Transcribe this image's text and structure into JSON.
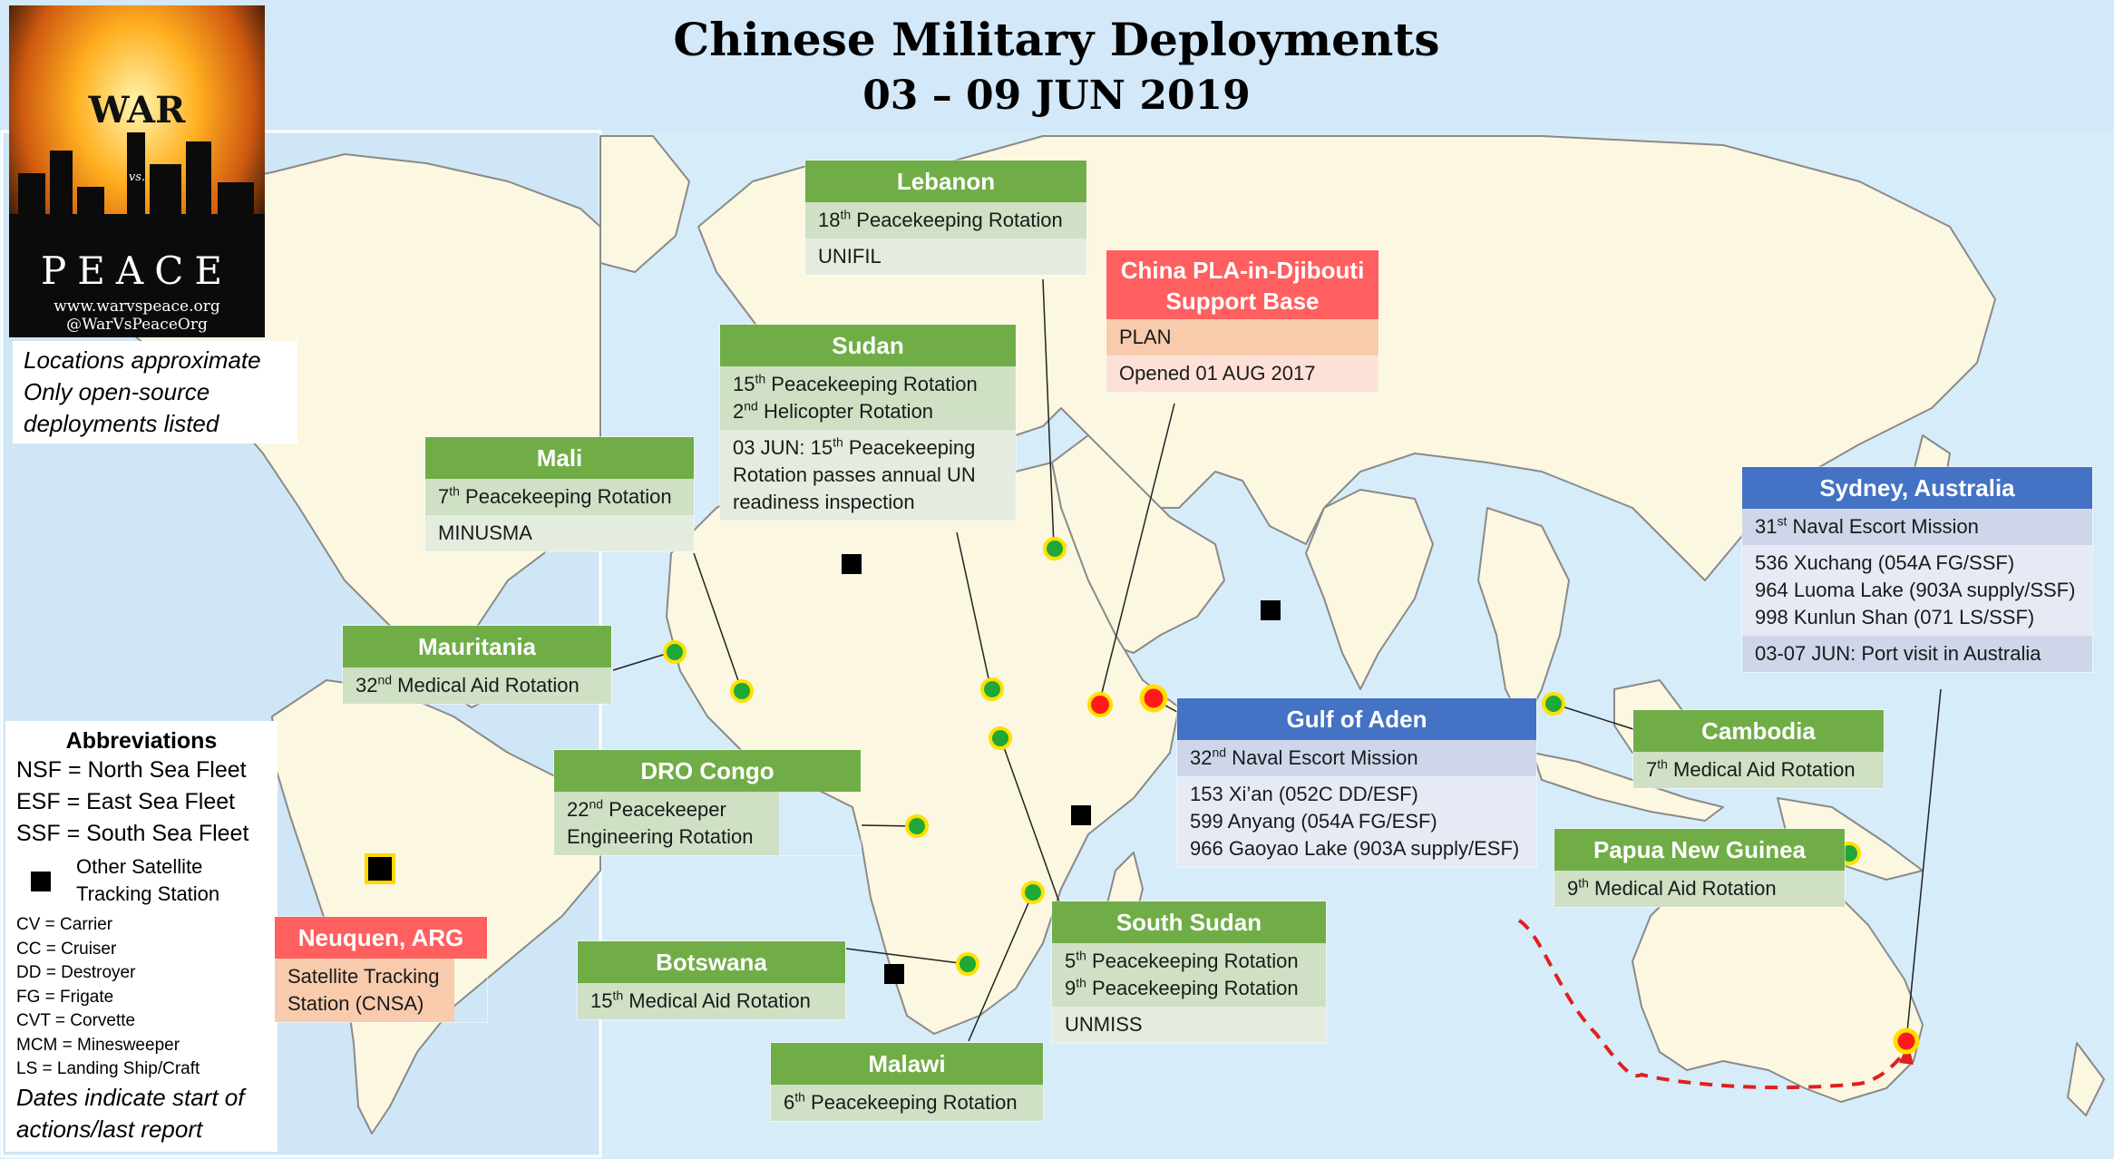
{
  "title": {
    "line1": "Chinese Military Deployments",
    "line2": "03 – 09 JUN 2019"
  },
  "logo": {
    "war": "WAR",
    "vs": "vs.",
    "peace": "PEACE",
    "site": "www.warvspeace.org",
    "handle": "@WarVsPeaceOrg"
  },
  "notes": [
    "Locations approximate",
    "Only open-source",
    "deployments listed"
  ],
  "colors": {
    "ocean": "#d7ecf9",
    "land": "#fbf7e0",
    "header_green": "#70ad47",
    "header_blue": "#4472c4",
    "header_red": "#ff5f5f",
    "route": "#e02020"
  },
  "abbreviations": {
    "title": "Abbreviations",
    "fleets": [
      "NSF = North Sea Fleet",
      "ESF = East Sea Fleet",
      "SSF = South Sea Fleet"
    ],
    "satellite": "Other Satellite Tracking Station",
    "ships": [
      "CV = Carrier",
      "CC = Cruiser",
      "DD = Destroyer",
      "FG = Frigate",
      "CVT = Corvette",
      "MCM = Minesweeper",
      "LS = Landing Ship/Craft"
    ],
    "dates": [
      "Dates indicate start of",
      "actions/last report"
    ]
  },
  "boxes": {
    "lebanon": {
      "title": "Lebanon",
      "r1": "18th Peacekeeping Rotation",
      "r2": "UNIFIL"
    },
    "djibouti": {
      "title": "China PLA-in-Djibouti Support Base",
      "r1": "PLAN",
      "r2": "Opened 01 AUG 2017"
    },
    "sudan": {
      "title": "Sudan",
      "r1a": "15th Peacekeeping Rotation",
      "r1b": "2nd Helicopter Rotation",
      "r2": "03 JUN: 15th Peacekeeping Rotation passes annual UN readiness inspection"
    },
    "mali": {
      "title": "Mali",
      "r1": "7th Peacekeeping Rotation",
      "r2": "MINUSMA"
    },
    "mauritania": {
      "title": "Mauritania",
      "r1": "32nd Medical Aid Rotation"
    },
    "drocongo": {
      "title": "DRO Congo",
      "r1": "22nd Peacekeeper Engineering Rotation"
    },
    "neuquen": {
      "title": "Neuquen, ARG",
      "r1": "Satellite Tracking Station (CNSA)"
    },
    "botswana": {
      "title": "Botswana",
      "r1": "15th Medical Aid Rotation"
    },
    "malawi": {
      "title": "Malawi",
      "r1": "6th Peacekeeping Rotation"
    },
    "southsudan": {
      "title": "South Sudan",
      "r1a": "5th Peacekeeping Rotation",
      "r1b": "9th Peacekeeping Rotation",
      "r2": "UNMISS"
    },
    "gulfofaden": {
      "title": "Gulf of Aden",
      "r1": "32nd Naval Escort Mission",
      "r2a": "153 Xi’an (052C DD/ESF)",
      "r2b": "599 Anyang (054A FG/ESF)",
      "r2c": "966 Gaoyao Lake (903A supply/ESF)"
    },
    "sydney": {
      "title": "Sydney, Australia",
      "r1": "31st Naval Escort Mission",
      "r2a": "536 Xuchang (054A FG/SSF)",
      "r2b": "964 Luoma Lake (903A supply/SSF)",
      "r2c": "998 Kunlun Shan (071 LS/SSF)",
      "r3": "03-07 JUN: Port visit in Australia"
    },
    "cambodia": {
      "title": "Cambodia",
      "r1": "7th Medical Aid Rotation"
    },
    "png": {
      "title": "Papua New Guinea",
      "r1": "9th Medical Aid Rotation"
    }
  }
}
